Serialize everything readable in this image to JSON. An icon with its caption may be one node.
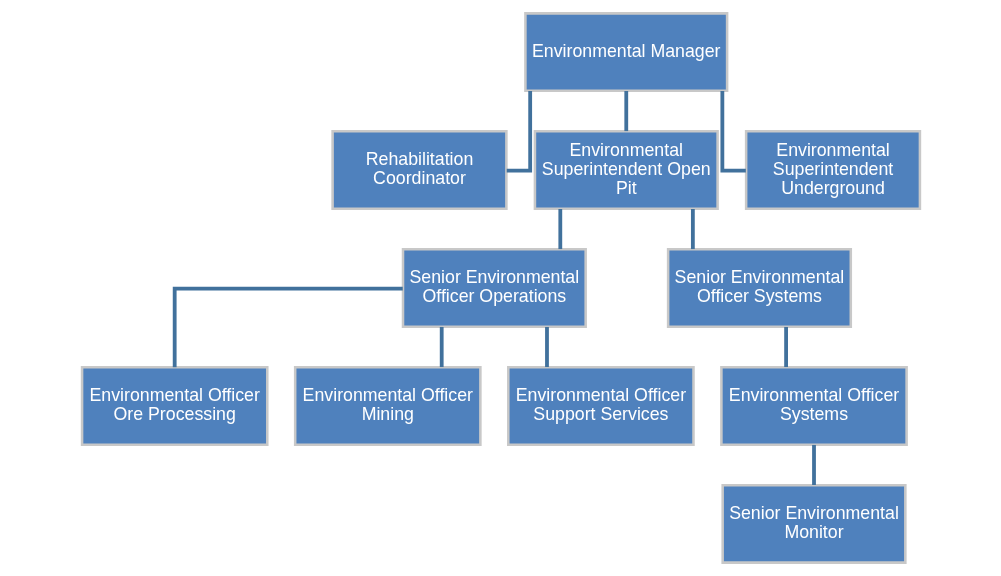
{
  "diagram": {
    "nodes": [
      {
        "text": [
          "Environmental Manager"
        ]
      },
      {
        "text": [
          "Rehabilitation Coordinator"
        ]
      },
      {
        "text": [
          "Environmental Superintendent Open Pit"
        ]
      },
      {
        "text": [
          "Environmental Superintendent Underground"
        ]
      },
      {
        "text": [
          "Senior Environmental Officer Operations"
        ]
      },
      {
        "text": [
          "Senior Environmental Officer Systems"
        ]
      },
      {
        "text": [
          "Environmental Officer Ore Processing"
        ]
      },
      {
        "text": [
          "Environmental Officer Mining"
        ]
      },
      {
        "text": [
          "Environmental Officer Support Services"
        ]
      },
      {
        "text": [
          "Environmental Officer Systems"
        ]
      },
      {
        "text": [
          "Senior Environmental Monitor"
        ]
      }
    ],
    "edges": [
      {
        "from": 0,
        "to": 1,
        "arrow": "none"
      },
      {
        "from": 0,
        "to": 2,
        "arrow": "none"
      },
      {
        "from": 0,
        "to": 3,
        "arrow": "none"
      },
      {
        "from": 2,
        "to": 4,
        "arrow": "none"
      },
      {
        "from": 2,
        "to": 5,
        "arrow": "none"
      },
      {
        "from": 4,
        "to": 6,
        "arrow": "none"
      },
      {
        "from": 4,
        "to": 7,
        "arrow": "none"
      },
      {
        "from": 4,
        "to": 8,
        "arrow": "none"
      },
      {
        "from": 5,
        "to": 9,
        "arrow": "none"
      },
      {
        "from": 9,
        "to": 10,
        "arrow": "none"
      }
    ]
  }
}
